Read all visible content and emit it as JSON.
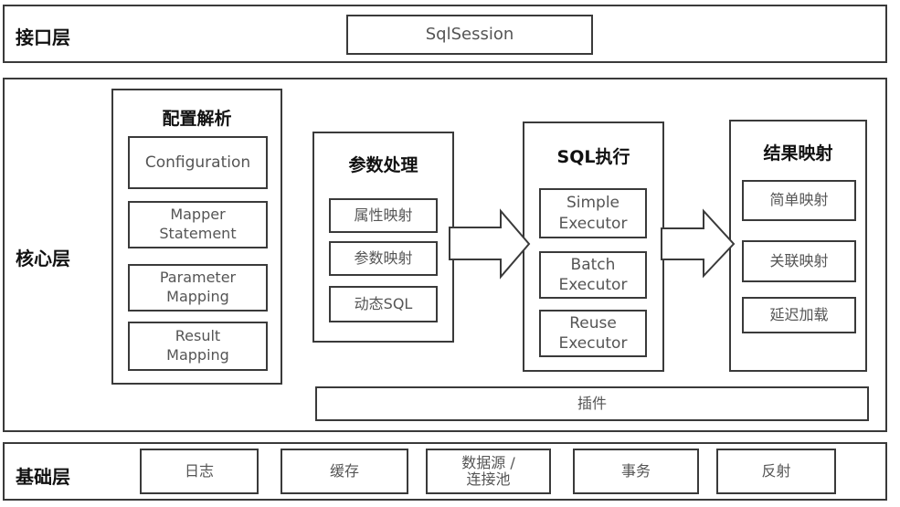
{
  "diagram": {
    "interface_layer": {
      "label": "接口层",
      "components": [
        "SqlSession"
      ]
    },
    "core_layer": {
      "label": "核心层",
      "groups": {
        "config": {
          "title": "配置解析",
          "items": [
            "Configuration",
            "Mapper\nStatement",
            "Parameter\nMapping",
            "Result\nMapping"
          ]
        },
        "param": {
          "title": "参数处理",
          "items": [
            "属性映射",
            "参数映射",
            "动态SQL"
          ]
        },
        "sql": {
          "title": "SQL执行",
          "items": [
            "Simple\nExecutor",
            "Batch\nExecutor",
            "Reuse\nExecutor"
          ]
        },
        "result": {
          "title": "结果映射",
          "items": [
            "简单映射",
            "关联映射",
            "延迟加载"
          ]
        }
      },
      "plugin": "插件",
      "flow": [
        "参数处理",
        "SQL执行",
        "结果映射"
      ]
    },
    "base_layer": {
      "label": "基础层",
      "components": [
        "日志",
        "缓存",
        "数据源 /\n连接池",
        "事务",
        "反射"
      ]
    }
  }
}
